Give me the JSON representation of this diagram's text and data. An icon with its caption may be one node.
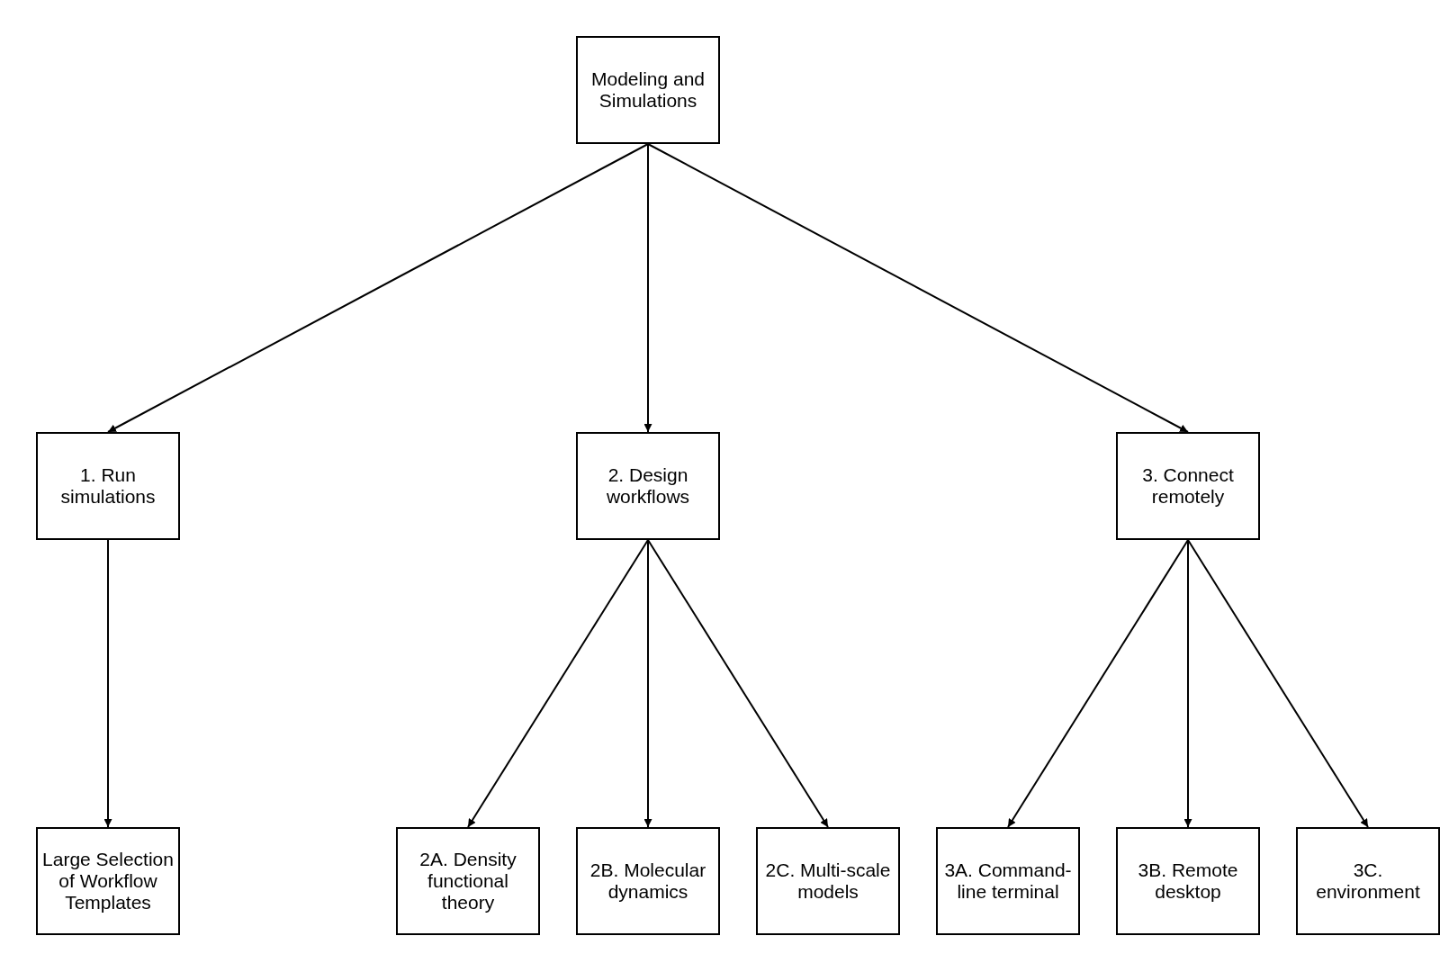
{
  "diagram": {
    "nodes": [
      {
        "text": [
          "Modeling and Simulations"
        ]
      },
      {
        "text": [
          "1. Run simulations"
        ]
      },
      {
        "text": [
          "2. Design workflows"
        ]
      },
      {
        "text": [
          "3. Connect remotely"
        ]
      },
      {
        "text": [
          "Large Selection of Workflow Templates"
        ]
      },
      {
        "text": [
          "2A. Density functional theory"
        ]
      },
      {
        "text": [
          "2B. Molecular dynamics"
        ]
      },
      {
        "text": [
          "2C. Multi-scale models"
        ]
      },
      {
        "text": [
          "3A. Command-line terminal"
        ]
      },
      {
        "text": [
          "3B. Remote desktop"
        ]
      },
      {
        "text": [
          "3C. environment"
        ]
      }
    ],
    "edges": [
      {
        "from": 0,
        "to": 1,
        "arrow": "to"
      },
      {
        "from": 0,
        "to": 2,
        "arrow": "to"
      },
      {
        "from": 0,
        "to": 3,
        "arrow": "to"
      },
      {
        "from": 1,
        "to": 4,
        "arrow": "to"
      },
      {
        "from": 2,
        "to": 5,
        "arrow": "to"
      },
      {
        "from": 2,
        "to": 6,
        "arrow": "to"
      },
      {
        "from": 2,
        "to": 7,
        "arrow": "to"
      },
      {
        "from": 3,
        "to": 8,
        "arrow": "to"
      },
      {
        "from": 3,
        "to": 9,
        "arrow": "to"
      },
      {
        "from": 3,
        "to": 10,
        "arrow": "to"
      }
    ]
  }
}
